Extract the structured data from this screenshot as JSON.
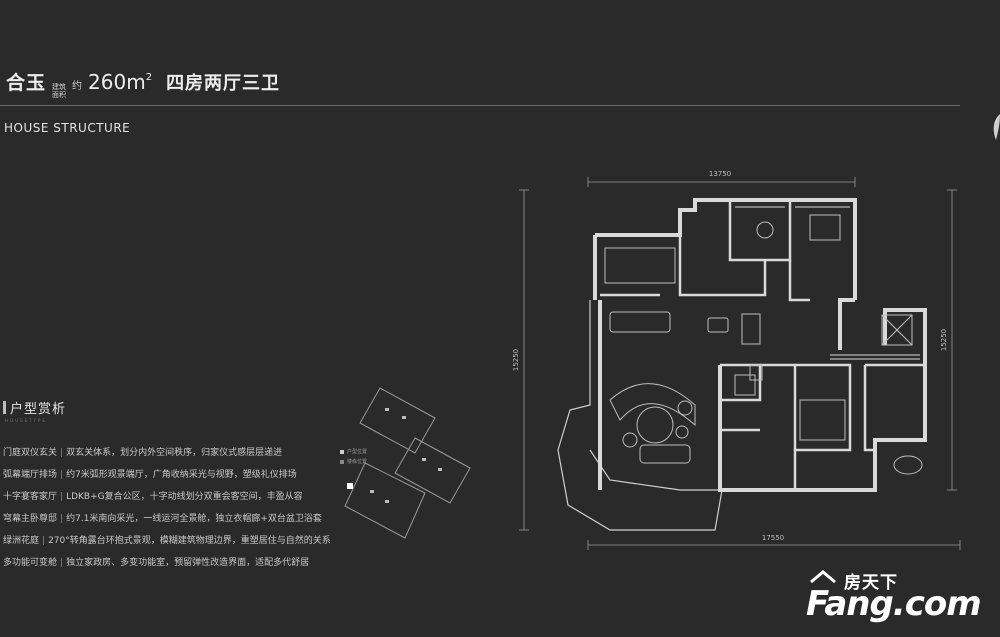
{
  "header": {
    "name": "合玉",
    "sub_top": "建筑",
    "sub_bottom": "面积",
    "dot": "约",
    "area": "260",
    "unit": "m",
    "unit_sup": "2",
    "rooms": "四房两厅三卫",
    "subtitle": "HOUSE STRUCTURE"
  },
  "section": {
    "title": "户型赏析",
    "en": "HOUSETYPE"
  },
  "features": [
    {
      "name": "门庭双仪玄关",
      "desc": "双玄关体系，划分内外空间秩序，归家仪式感层层递进"
    },
    {
      "name": "弧幕端厅排场",
      "desc": "约7米弧形观景端厅，广角收纳采光与视野，塑级礼仪排场"
    },
    {
      "name": "十字宴客家厅",
      "desc": "LDKB+G复合公区，十字动线划分双重会客空间，丰盈从容"
    },
    {
      "name": "穹幕主卧尊邸",
      "desc": "约7.1米南向采光，一线运河全景舱，独立衣帽廊+双台盆卫浴套"
    },
    {
      "name": "绿洲花庭",
      "desc": "270°转角露台环抱式景观，模糊建筑物理边界，重塑居住与自然的关系"
    },
    {
      "name": "多功能可变舱",
      "desc": "独立家政房、多变功能室，预留弹性改造界面，适配多代舒居"
    }
  ],
  "plan": {
    "dim_top": "13750",
    "dim_bottom": "17550",
    "dim_left": "15250",
    "dim_right": "15250"
  },
  "legend": [
    "户型位置",
    "楼栋位置"
  ],
  "logo": {
    "cn": "房天下",
    "en": "Fang.com"
  },
  "colors": {
    "background": "#2a2a2b",
    "wall": "#d9d9d9",
    "text": "#d7d7d7"
  }
}
